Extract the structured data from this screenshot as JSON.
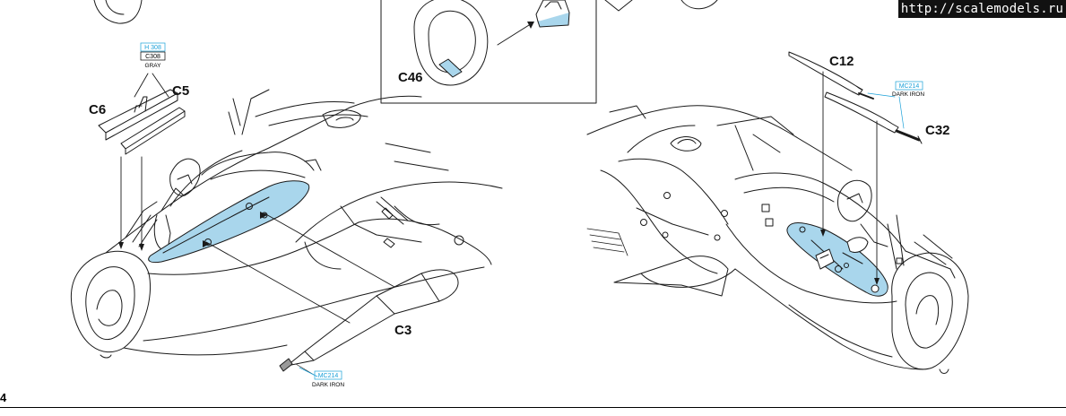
{
  "watermark": "http://scalemodels.ru",
  "page_number": "4",
  "part_labels": {
    "c6": "C6",
    "c5": "C5",
    "c3": "C3",
    "c46": "C46",
    "c12": "C12",
    "c32": "C32"
  },
  "paint_callouts": {
    "gray": {
      "code_h": "H 308",
      "code_c": "C308",
      "name": "GRAY"
    },
    "dark_iron_c3": {
      "code": "MC214",
      "name": "DARK IRON"
    },
    "dark_iron_c32": {
      "code": "MC214",
      "name": "DARK IRON"
    }
  },
  "colors": {
    "highlight_blue": "#a9d6ec",
    "callout_blue": "#1aa0d8",
    "line": "#1a1a1a"
  }
}
